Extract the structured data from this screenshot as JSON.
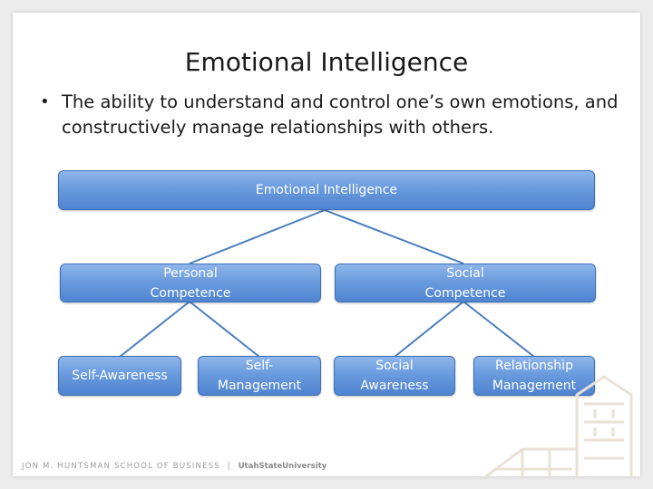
{
  "slide": {
    "title": "Emotional Intelligence",
    "bullet": "The ability to understand and control one’s own emotions, and constructively manage relationships with others."
  },
  "diagram": {
    "root": "Emotional Intelligence",
    "level2": [
      "Personal\nCompetence",
      "Social\nCompetence"
    ],
    "level3": [
      "Self-Awareness",
      "Self-\nManagement",
      "Social\nAwareness",
      "Relationship\nManagement"
    ]
  },
  "footer": {
    "school": "JON M. HUNTSMAN SCHOOL OF BUSINESS",
    "separator": "|",
    "university": "UtahStateUniversity"
  },
  "colors": {
    "node_fill_top": "#8fb6ea",
    "node_fill_bottom": "#4f84d0",
    "node_border": "#3c6fb8",
    "connector": "#4a7fbf"
  }
}
